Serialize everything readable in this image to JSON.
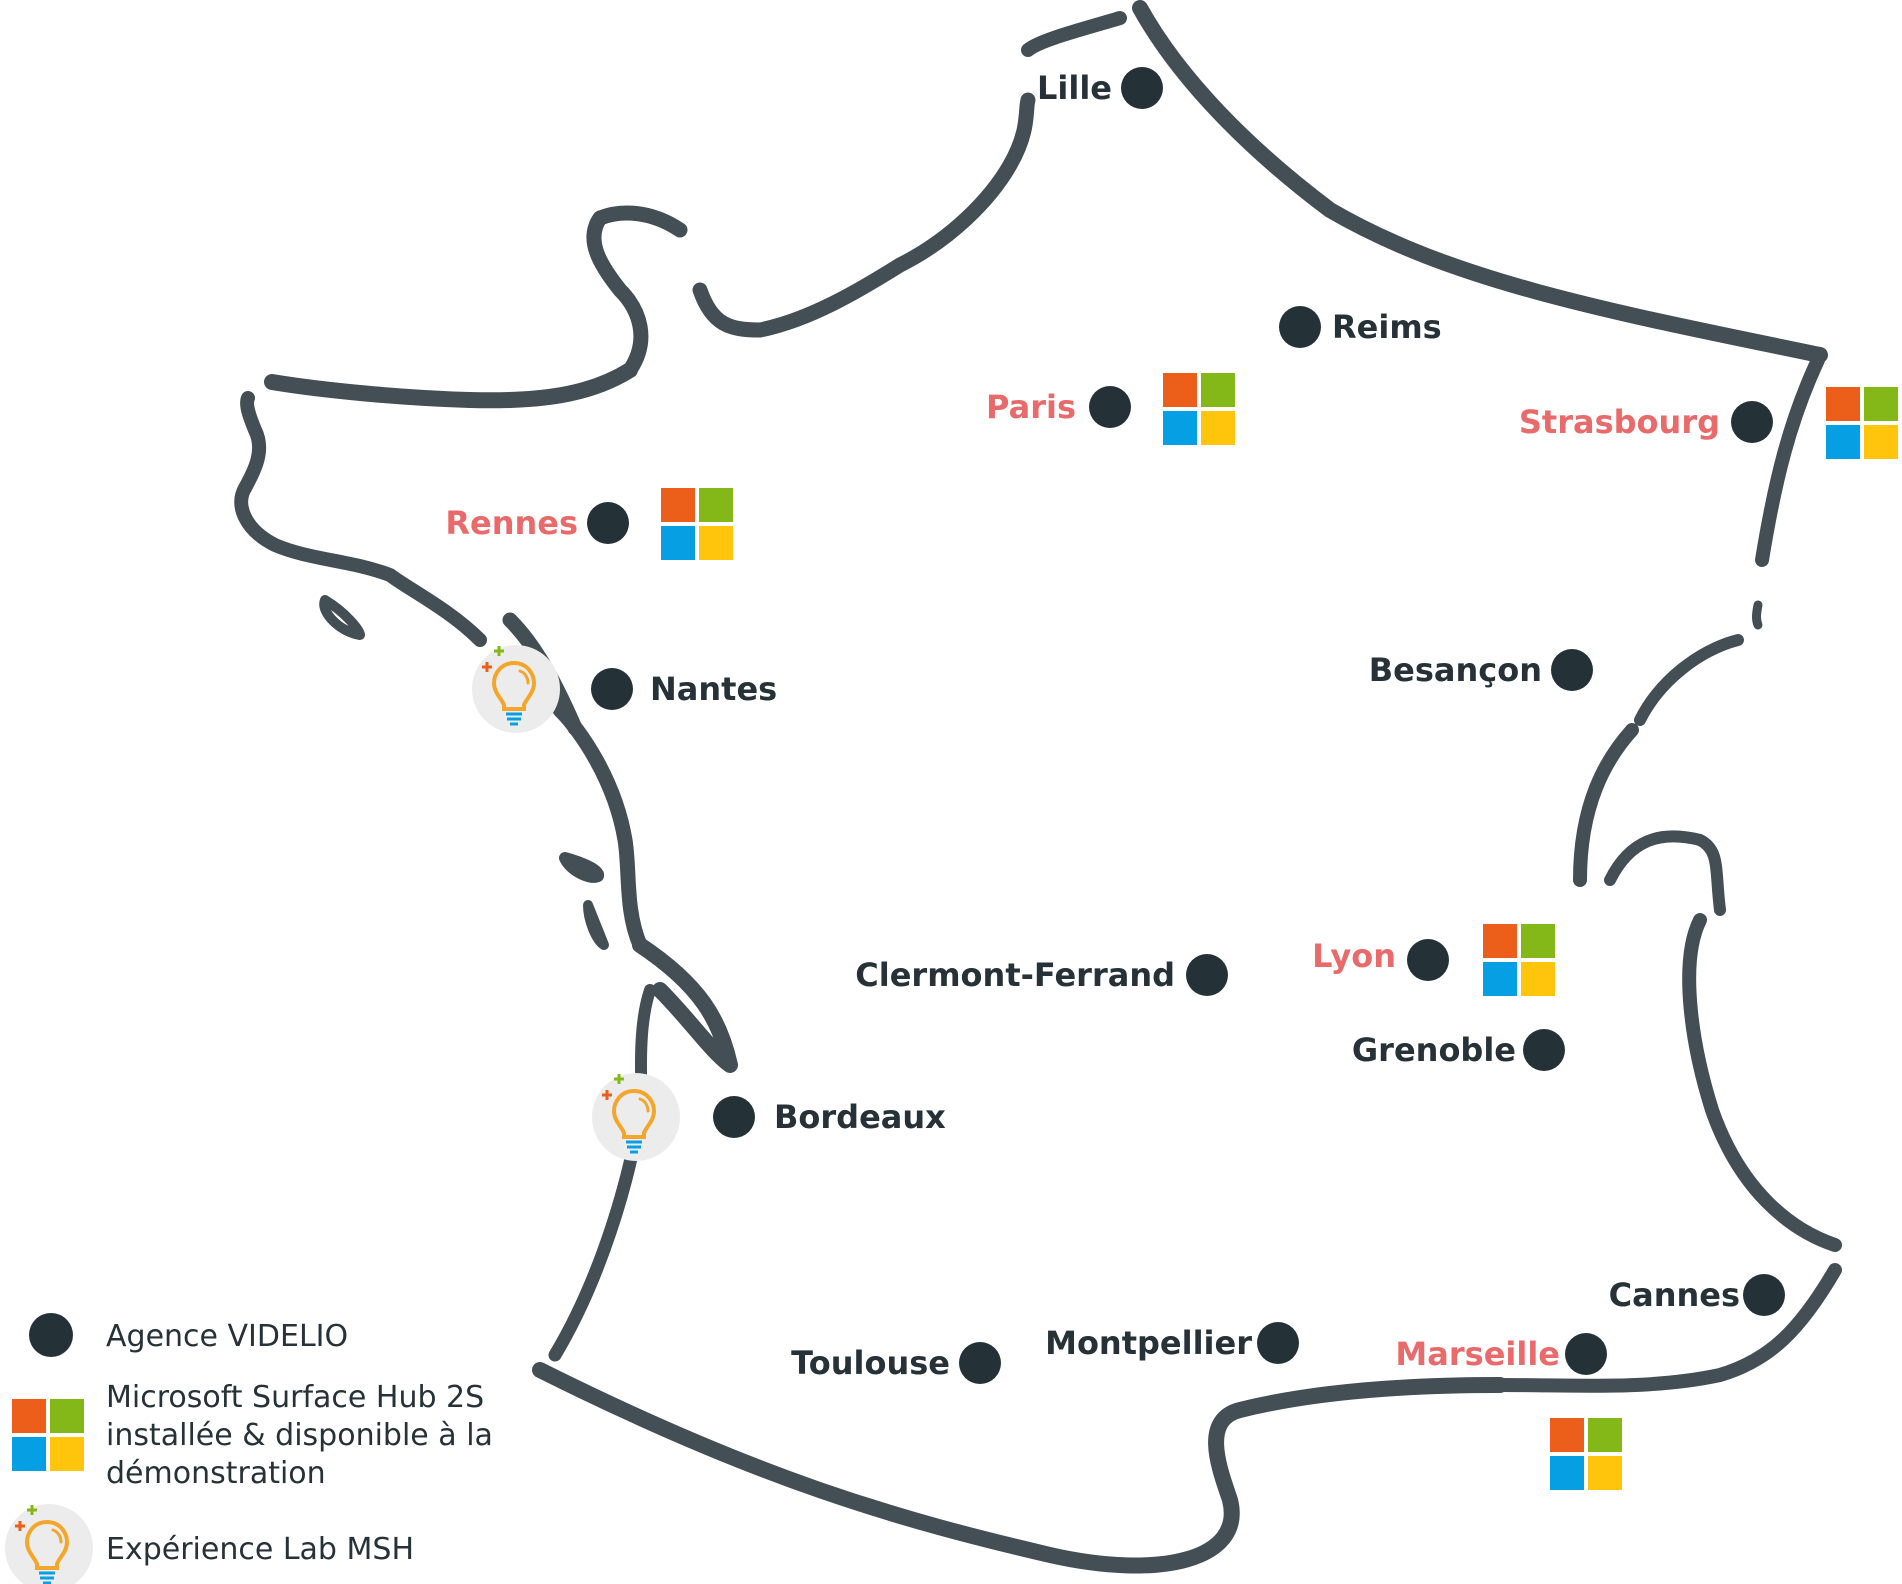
{
  "colors": {
    "outline": "#444e55",
    "dot": "#243238",
    "hub_label": "#e86a6a",
    "agency_label": "#263238",
    "ms_orange": "#ec5f1a",
    "ms_green": "#84b819",
    "ms_blue": "#069fe4",
    "ms_yellow": "#fec50c",
    "lab_circle": "#ececec",
    "bulb": "#f3a62b"
  },
  "cities": [
    {
      "name": "Lille",
      "hub": false,
      "lab": false
    },
    {
      "name": "Reims",
      "hub": false,
      "lab": false
    },
    {
      "name": "Paris",
      "hub": true,
      "lab": false
    },
    {
      "name": "Strasbourg",
      "hub": true,
      "lab": false
    },
    {
      "name": "Rennes",
      "hub": true,
      "lab": false
    },
    {
      "name": "Nantes",
      "hub": false,
      "lab": true
    },
    {
      "name": "Besançon",
      "hub": false,
      "lab": false
    },
    {
      "name": "Clermont-Ferrand",
      "hub": false,
      "lab": false
    },
    {
      "name": "Lyon",
      "hub": true,
      "lab": false
    },
    {
      "name": "Grenoble",
      "hub": false,
      "lab": false
    },
    {
      "name": "Bordeaux",
      "hub": false,
      "lab": true
    },
    {
      "name": "Toulouse",
      "hub": false,
      "lab": false
    },
    {
      "name": "Montpellier",
      "hub": false,
      "lab": false
    },
    {
      "name": "Marseille",
      "hub": true,
      "lab": false
    },
    {
      "name": "Cannes",
      "hub": false,
      "lab": false
    }
  ],
  "legend": {
    "agency": "Agence VIDELIO",
    "hub_line1": "Microsoft Surface Hub 2S",
    "hub_line2": "installée & disponible à la",
    "hub_line3": "démonstration",
    "lab": "Expérience Lab MSH"
  },
  "icons": {
    "agency": "dot-icon",
    "hub": "microsoft-logo-icon",
    "lab": "lightbulb-icon"
  }
}
